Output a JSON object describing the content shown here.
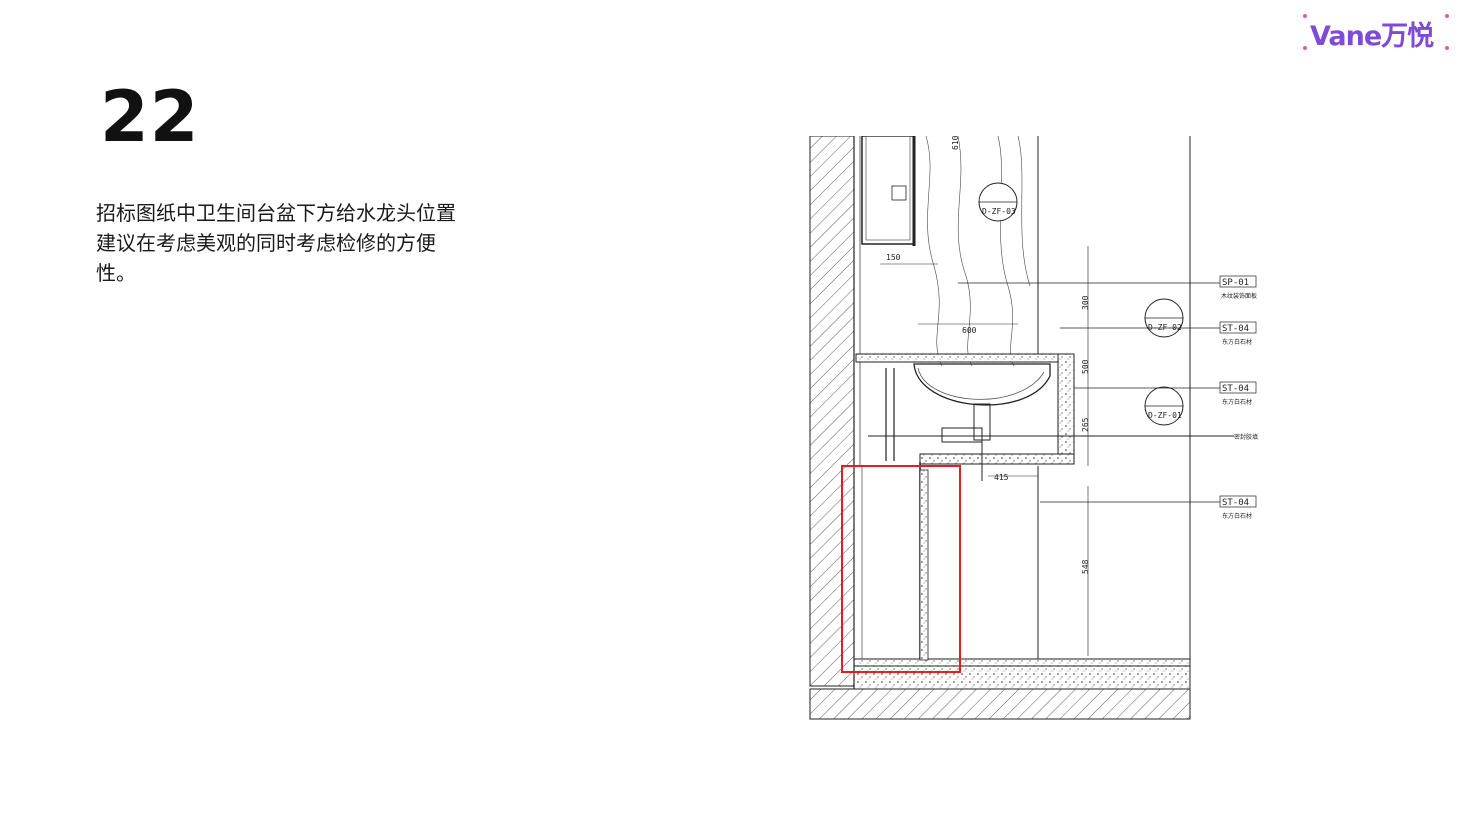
{
  "brand": {
    "logo_text": "Vane万悦",
    "accent_color": "#7f4bd6",
    "dot_color": "#e35aa6"
  },
  "slide": {
    "number": "22",
    "description": "招标图纸中卫生间台盆下方给水龙头位置建议在考虑美观的同时考虑检修的方便性。"
  },
  "drawing": {
    "highlight_color": "#e02020",
    "dimensions": {
      "d150": "150",
      "d600": "600",
      "d300": "300",
      "d610": "610",
      "d500": "500",
      "d265": "265",
      "d415": "415",
      "d548": "548"
    },
    "section_markers": [
      {
        "id": "D-ZF-03"
      },
      {
        "id": "D-ZF-02"
      },
      {
        "id": "D-ZF-01"
      }
    ],
    "callouts": [
      {
        "code": "SP-01",
        "note": "木纹装饰面板"
      },
      {
        "code": "ST-04",
        "note": "东方白石材"
      },
      {
        "code": "ST-04",
        "note": "东方白石材"
      },
      {
        "code": "",
        "note": "密封胶填"
      },
      {
        "code": "ST-04",
        "note": "东方白石材"
      }
    ]
  }
}
